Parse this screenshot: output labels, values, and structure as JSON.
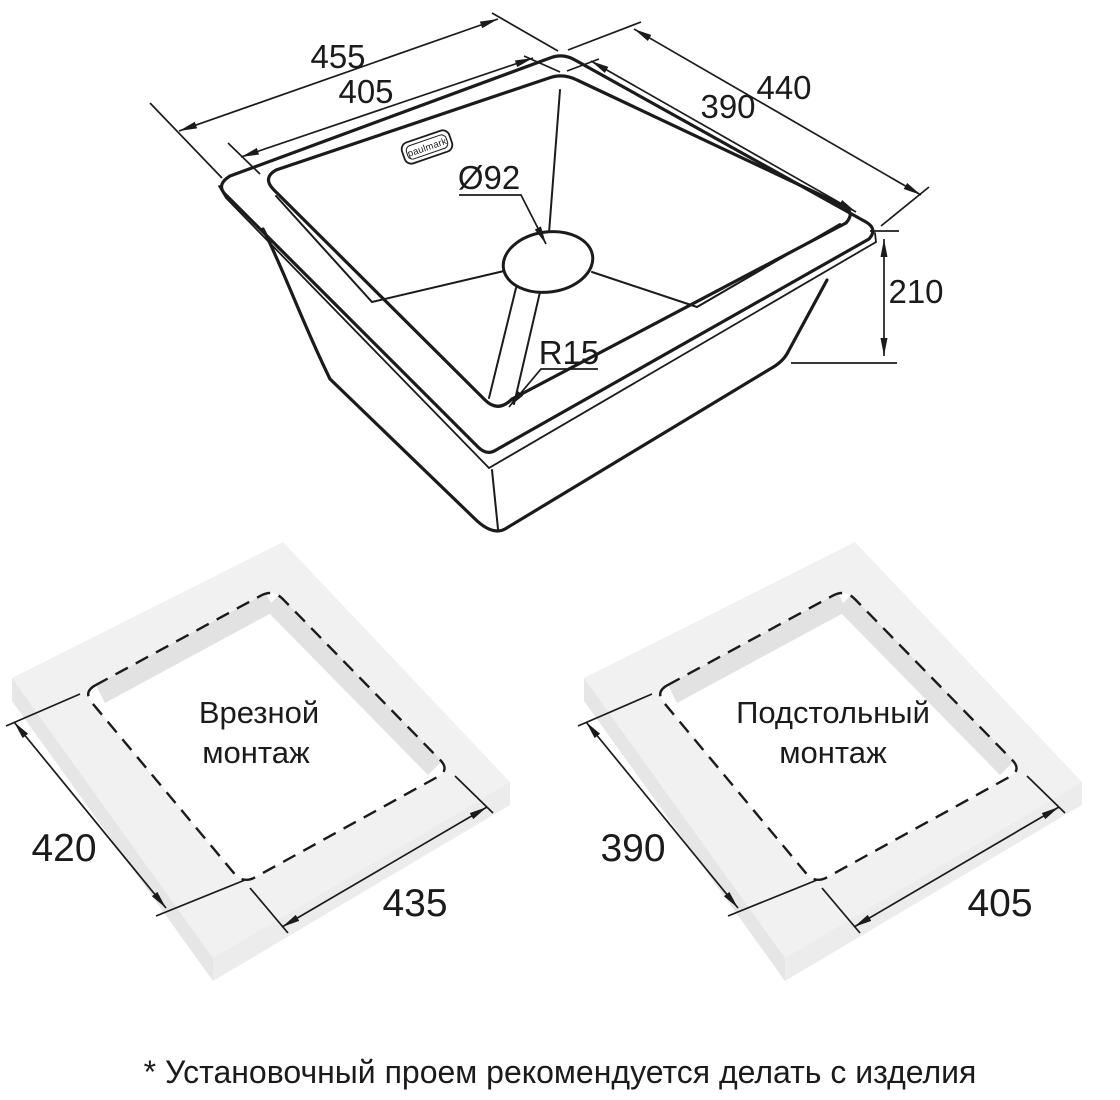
{
  "sink": {
    "outer_width": "455",
    "inner_width": "405",
    "outer_depth": "440",
    "inner_depth": "390",
    "height": "210",
    "drain_diameter": "Ø92",
    "corner_radius": "R15",
    "brand": "paulmark"
  },
  "mount_inset": {
    "title_line1": "Врезной",
    "title_line2": "монтаж",
    "dim_side": "420",
    "dim_front": "435"
  },
  "mount_under": {
    "title_line1": "Подстольный",
    "title_line2": "монтаж",
    "dim_side": "390",
    "dim_front": "405"
  },
  "footnote": "* Установочный проем рекомендуется делать с изделия"
}
